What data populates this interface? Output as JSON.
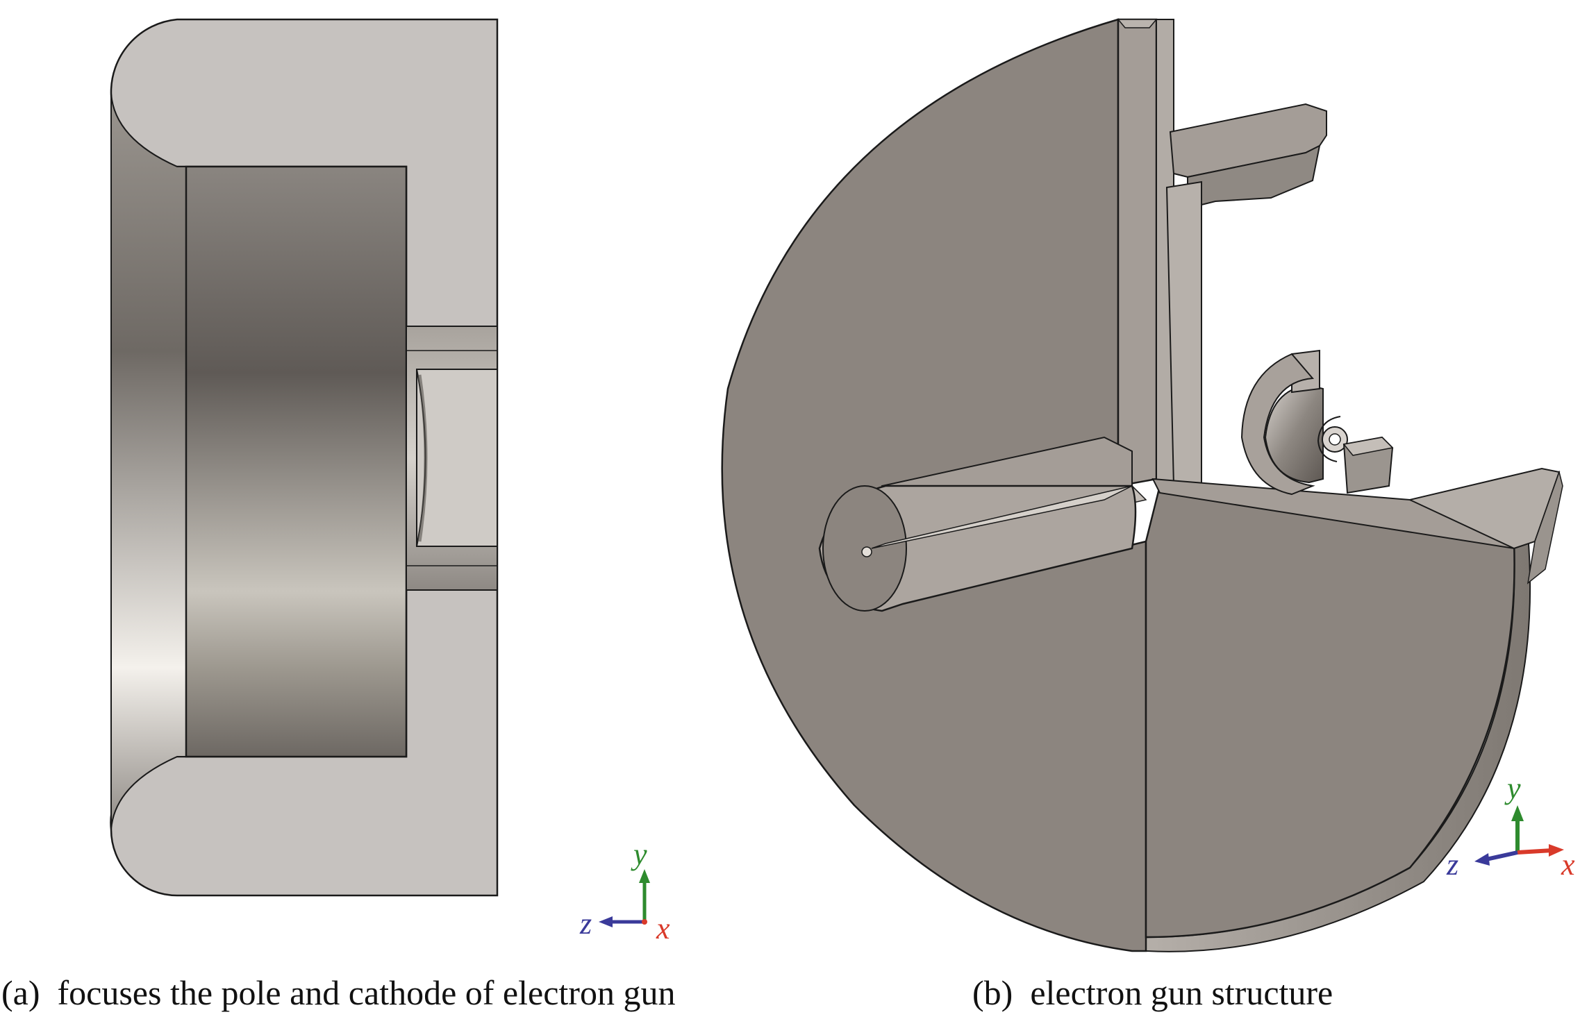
{
  "panel_a": {
    "label": "(a)",
    "caption": "focuses the pole and cathode of electron gun",
    "axes": {
      "y": "y",
      "z": "z",
      "x": "x"
    }
  },
  "panel_b": {
    "label": "(b)",
    "caption": "electron gun structure",
    "axes": {
      "y": "y",
      "z": "z",
      "x": "x"
    }
  },
  "colors": {
    "body_gray": "#c6c2bf",
    "metal_dark": "#6a6560",
    "metal_light": "#e6e2dc",
    "cut_face": "#8c857f",
    "outline": "#1a1a1a",
    "axis_y": "#2e8b2e",
    "axis_z": "#3a3a9a",
    "axis_x": "#d93a2a"
  }
}
